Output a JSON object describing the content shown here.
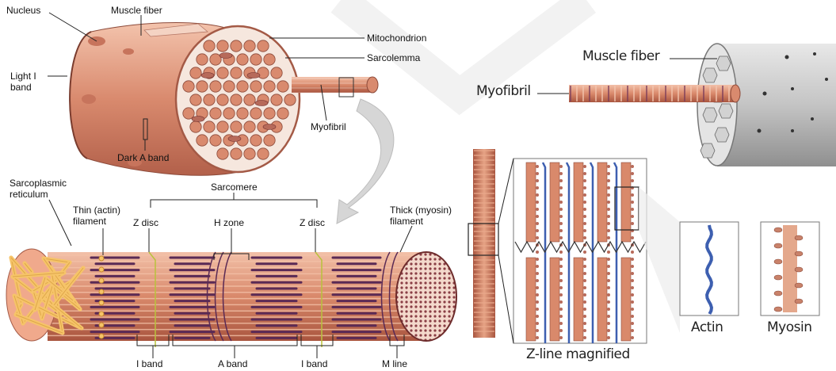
{
  "left_top": {
    "nucleus": "Nucleus",
    "muscle_fiber": "Muscle fiber",
    "mitochondrion": "Mitochondrion",
    "sarcolemma": "Sarcolemma",
    "light_i_band": "Light I band",
    "myofibril": "Myofibril",
    "dark_a_band": "Dark A band"
  },
  "left_bottom": {
    "sarcoplasmic_reticulum": "Sarcoplasmic reticulum",
    "thin_filament": "Thin (actin) filament",
    "sarcomere": "Sarcomere",
    "z_disc_left": "Z disc",
    "h_zone": "H zone",
    "z_disc_right": "Z disc",
    "thick_filament": "Thick (myosin) filament",
    "i_band_left": "I band",
    "a_band": "A band",
    "i_band_right": "I band",
    "m_line": "M line"
  },
  "right": {
    "muscle_fiber": "Muscle fiber",
    "myofibril": "Myofibril",
    "z_line_magnified": "Z-line magnified",
    "actin": "Actin",
    "myosin": "Myosin"
  },
  "colors": {
    "muscle": "#d98a6e",
    "muscle_dark": "#a8523e",
    "muscle_light": "#f0b9a0",
    "sr_yellow": "#f6c469",
    "myosin_purple": "#5a2a55",
    "actin_blue": "#3d5fb0",
    "fiber_gray": "#cfcfcf"
  }
}
